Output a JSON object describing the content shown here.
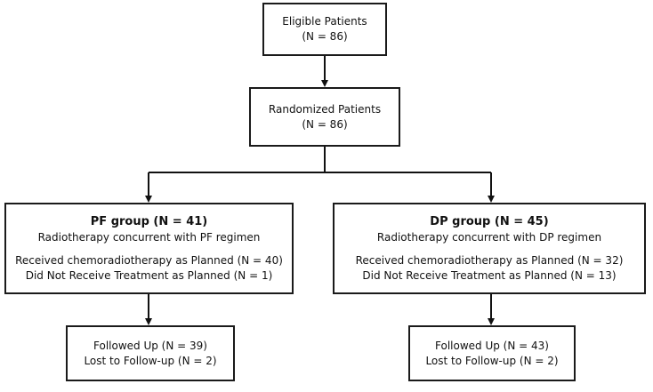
{
  "eligible": {
    "title": "Eligible Patients",
    "count": "(N = 86)"
  },
  "randomized": {
    "title": "Randomized Patients",
    "count": "(N = 86)"
  },
  "pf_group": {
    "title": "PF group (N = 41)",
    "regimen": "Radiotherapy concurrent with PF regimen",
    "received": "Received chemoradiotherapy as Planned (N = 40)",
    "not_received": "Did Not Receive Treatment as Planned (N = 1)"
  },
  "dp_group": {
    "title": "DP group (N = 45)",
    "regimen": "Radiotherapy concurrent with DP regimen",
    "received": "Received chemoradiotherapy as Planned (N = 32)",
    "not_received": "Did Not Receive Treatment as Planned (N = 13)"
  },
  "pf_followup": {
    "followed": "Followed Up (N = 39)",
    "lost": "Lost to Follow-up (N = 2)"
  },
  "dp_followup": {
    "followed": "Followed Up (N = 43)",
    "lost": "Lost to Follow-up (N = 2)"
  }
}
